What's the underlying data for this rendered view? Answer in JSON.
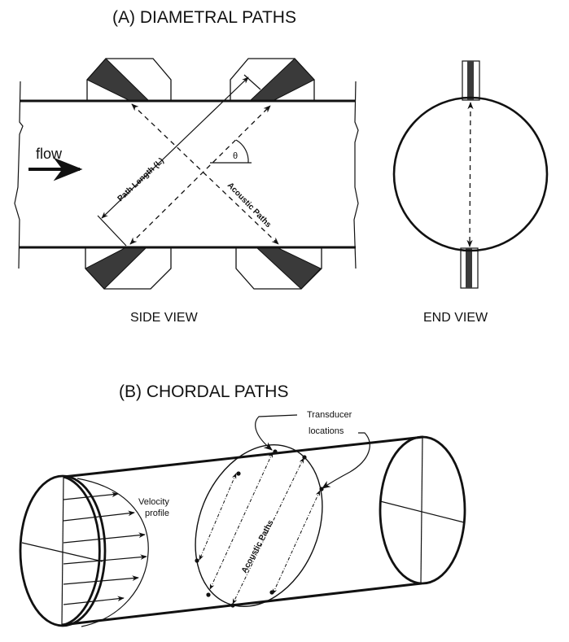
{
  "panel_a": {
    "title": "(A)  DIAMETRAL PATHS",
    "side_view_caption": "SIDE VIEW",
    "end_view_caption": "END VIEW",
    "flow_label": "flow",
    "path_length_label": "Path Length (L)",
    "acoustic_paths_label": "Acoustic Paths",
    "angle_label": "θ"
  },
  "panel_b": {
    "title": "(B) CHORDAL PATHS",
    "transducer_label_line1": "Transducer",
    "transducer_label_line2": "locations",
    "velocity_label_line1": "Velocity",
    "velocity_label_line2": "profile",
    "acoustic_paths_label": "Acoustic Paths"
  },
  "colors": {
    "ink": "#111111",
    "transducer_fill": "#3a3a3a",
    "background": "#ffffff"
  }
}
